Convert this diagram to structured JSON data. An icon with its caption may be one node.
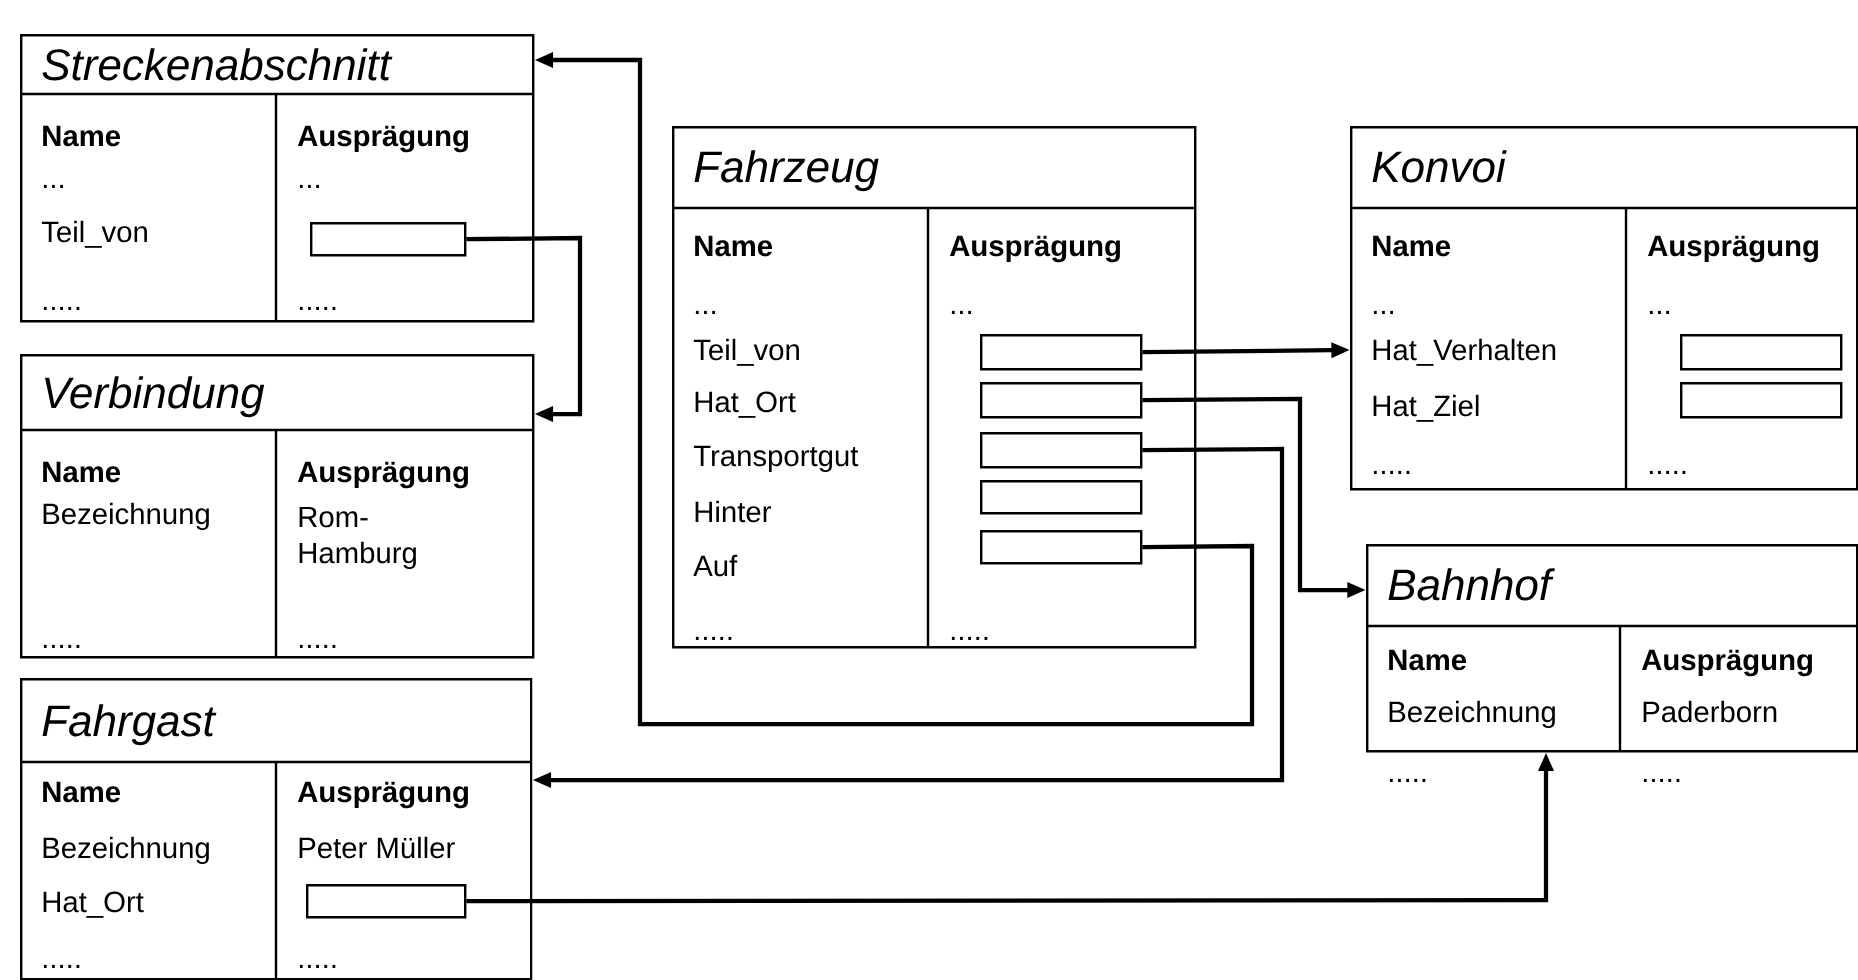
{
  "diagram": {
    "nodes": [
      {
        "text": [
          "Streckenabschnitt",
          "Name",
          "Ausprägung",
          "...",
          "...",
          "Teil_von",
          ".....",
          "....."
        ]
      },
      {
        "text": [
          "Verbindung",
          "Name",
          "Ausprägung",
          "Bezeichnung",
          "Rom- Hamburg",
          ".....",
          "....."
        ]
      },
      {
        "text": [
          "Fahrzeug",
          "Name",
          "Ausprägung",
          "...",
          "...",
          "Teil_von",
          "Hat_Ort",
          "Transportgut",
          "Hinter",
          "Auf",
          ".....",
          "....."
        ]
      },
      {
        "text": [
          "Konvoi",
          "Name",
          "Ausprägung",
          "...",
          "...",
          "Hat_Verhalten",
          "Hat_Ziel",
          ".....",
          "....."
        ]
      },
      {
        "text": [
          "Bahnhof",
          "Name",
          "Ausprägung",
          "Bezeichnung",
          "Paderborn",
          ".....",
          "....."
        ]
      },
      {
        "text": [
          "Fahrgast",
          "Name",
          "Ausprägung",
          "Bezeichnung",
          "Peter Müller",
          "Hat_Ort",
          ".....",
          "....."
        ]
      },
      {
        "text": [],
        "shape": "box",
        "in": 0
      },
      {
        "text": [],
        "shape": "box",
        "in": 2
      },
      {
        "text": [],
        "shape": "box",
        "in": 2
      },
      {
        "text": [],
        "shape": "box",
        "in": 2
      },
      {
        "text": [],
        "shape": "box",
        "in": 2
      },
      {
        "text": [],
        "shape": "box",
        "in": 2
      },
      {
        "text": [],
        "shape": "box",
        "in": 3
      },
      {
        "text": [],
        "shape": "box",
        "in": 3
      },
      {
        "text": [],
        "shape": "box",
        "in": 5
      }
    ],
    "edges": [
      {
        "from": 6,
        "to": 1,
        "arrow": "to"
      },
      {
        "from": 7,
        "to": 3,
        "arrow": "to"
      },
      {
        "from": 8,
        "to": 4,
        "arrow": "to"
      },
      {
        "from": 9,
        "to": 5,
        "arrow": "to"
      },
      {
        "from": 11,
        "to": 0,
        "arrow": "to"
      },
      {
        "from": 14,
        "to": 4,
        "arrow": "to"
      }
    ]
  }
}
